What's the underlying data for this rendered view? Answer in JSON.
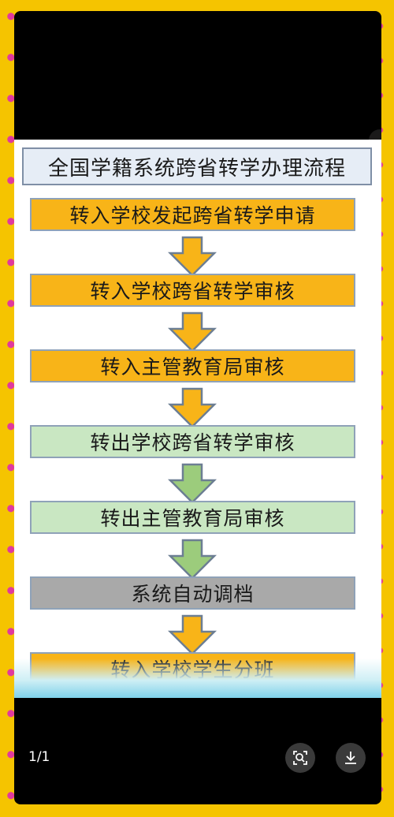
{
  "diagram": {
    "title": "全国学籍系统跨省转学办理流程",
    "steps": [
      {
        "label": "转入学校发起跨省转学申请",
        "color": "#f8b418"
      },
      {
        "label": "转入学校跨省转学审核",
        "color": "#f8b418"
      },
      {
        "label": "转入主管教育局审核",
        "color": "#f8b418"
      },
      {
        "label": "转出学校跨省转学审核",
        "color": "#c9e7c2"
      },
      {
        "label": "转出主管教育局审核",
        "color": "#c9e7c2"
      },
      {
        "label": "系统自动调档",
        "color": "#a9a9a9"
      },
      {
        "label": "转入学校学生分班",
        "color": "#f8b418"
      }
    ],
    "arrow_colors": [
      "#f8b418",
      "#f8b418",
      "#f8b418",
      "#9ccc7c",
      "#9ccc7c",
      "#f8b418"
    ]
  },
  "viewer": {
    "page_count": "1/1",
    "lens_icon": "image-search-icon",
    "download_icon": "download-icon"
  }
}
